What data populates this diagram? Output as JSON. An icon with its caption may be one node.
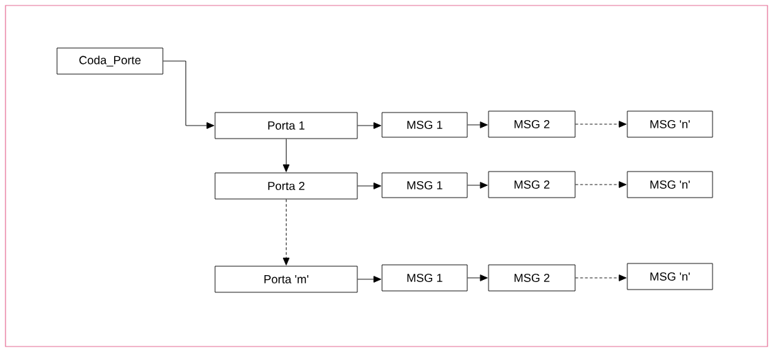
{
  "diagram": {
    "nodes": [
      {
        "text": [
          "Coda_Porte"
        ]
      },
      {
        "text": [
          "Porta 1"
        ]
      },
      {
        "text": [
          "MSG 1"
        ]
      },
      {
        "text": [
          "MSG 2"
        ]
      },
      {
        "text": [
          "MSG 'n'"
        ]
      },
      {
        "text": [
          "Porta 2"
        ]
      },
      {
        "text": [
          "MSG 1"
        ]
      },
      {
        "text": [
          "MSG 2"
        ]
      },
      {
        "text": [
          "MSG 'n'"
        ]
      },
      {
        "text": [
          "Porta 'm'"
        ]
      },
      {
        "text": [
          "MSG 1"
        ]
      },
      {
        "text": [
          "MSG 2"
        ]
      },
      {
        "text": [
          "MSG 'n'"
        ]
      }
    ],
    "edges": [
      {
        "from": 0,
        "to": 1,
        "arrow": "to"
      },
      {
        "from": 1,
        "to": 2,
        "arrow": "to"
      },
      {
        "from": 2,
        "to": 3,
        "arrow": "to"
      },
      {
        "from": 3,
        "to": 4,
        "arrow": "to",
        "style": "dashed"
      },
      {
        "from": 1,
        "to": 5,
        "arrow": "to"
      },
      {
        "from": 5,
        "to": 6,
        "arrow": "to"
      },
      {
        "from": 6,
        "to": 7,
        "arrow": "to"
      },
      {
        "from": 7,
        "to": 8,
        "arrow": "to",
        "style": "dashed"
      },
      {
        "from": 5,
        "to": 9,
        "arrow": "to",
        "style": "dashed"
      },
      {
        "from": 9,
        "to": 10,
        "arrow": "to"
      },
      {
        "from": 10,
        "to": 11,
        "arrow": "to"
      },
      {
        "from": 11,
        "to": 12,
        "arrow": "to",
        "style": "dashed"
      }
    ]
  }
}
